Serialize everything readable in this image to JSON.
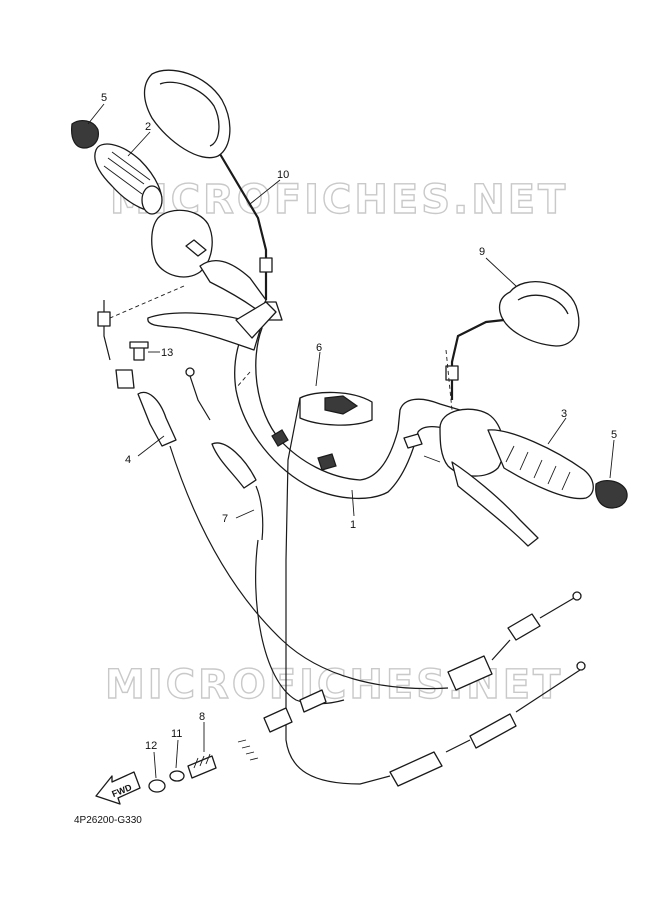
{
  "diagram": {
    "callouts": [
      {
        "id": "5a",
        "label": "5"
      },
      {
        "id": "2",
        "label": "2"
      },
      {
        "id": "10",
        "label": "10"
      },
      {
        "id": "9",
        "label": "9"
      },
      {
        "id": "6",
        "label": "6"
      },
      {
        "id": "13",
        "label": "13"
      },
      {
        "id": "3",
        "label": "3"
      },
      {
        "id": "5b",
        "label": "5"
      },
      {
        "id": "4",
        "label": "4"
      },
      {
        "id": "7",
        "label": "7"
      },
      {
        "id": "1",
        "label": "1"
      },
      {
        "id": "8",
        "label": "8"
      },
      {
        "id": "11",
        "label": "11"
      },
      {
        "id": "12",
        "label": "12"
      }
    ],
    "watermark": "MICROFICHES.NET",
    "direction_label": "FWD",
    "drawing_code": "4P26200-G330"
  },
  "colors": {
    "line": "#1a1a1a",
    "watermark": "#c9c9c9",
    "background": "#ffffff"
  }
}
